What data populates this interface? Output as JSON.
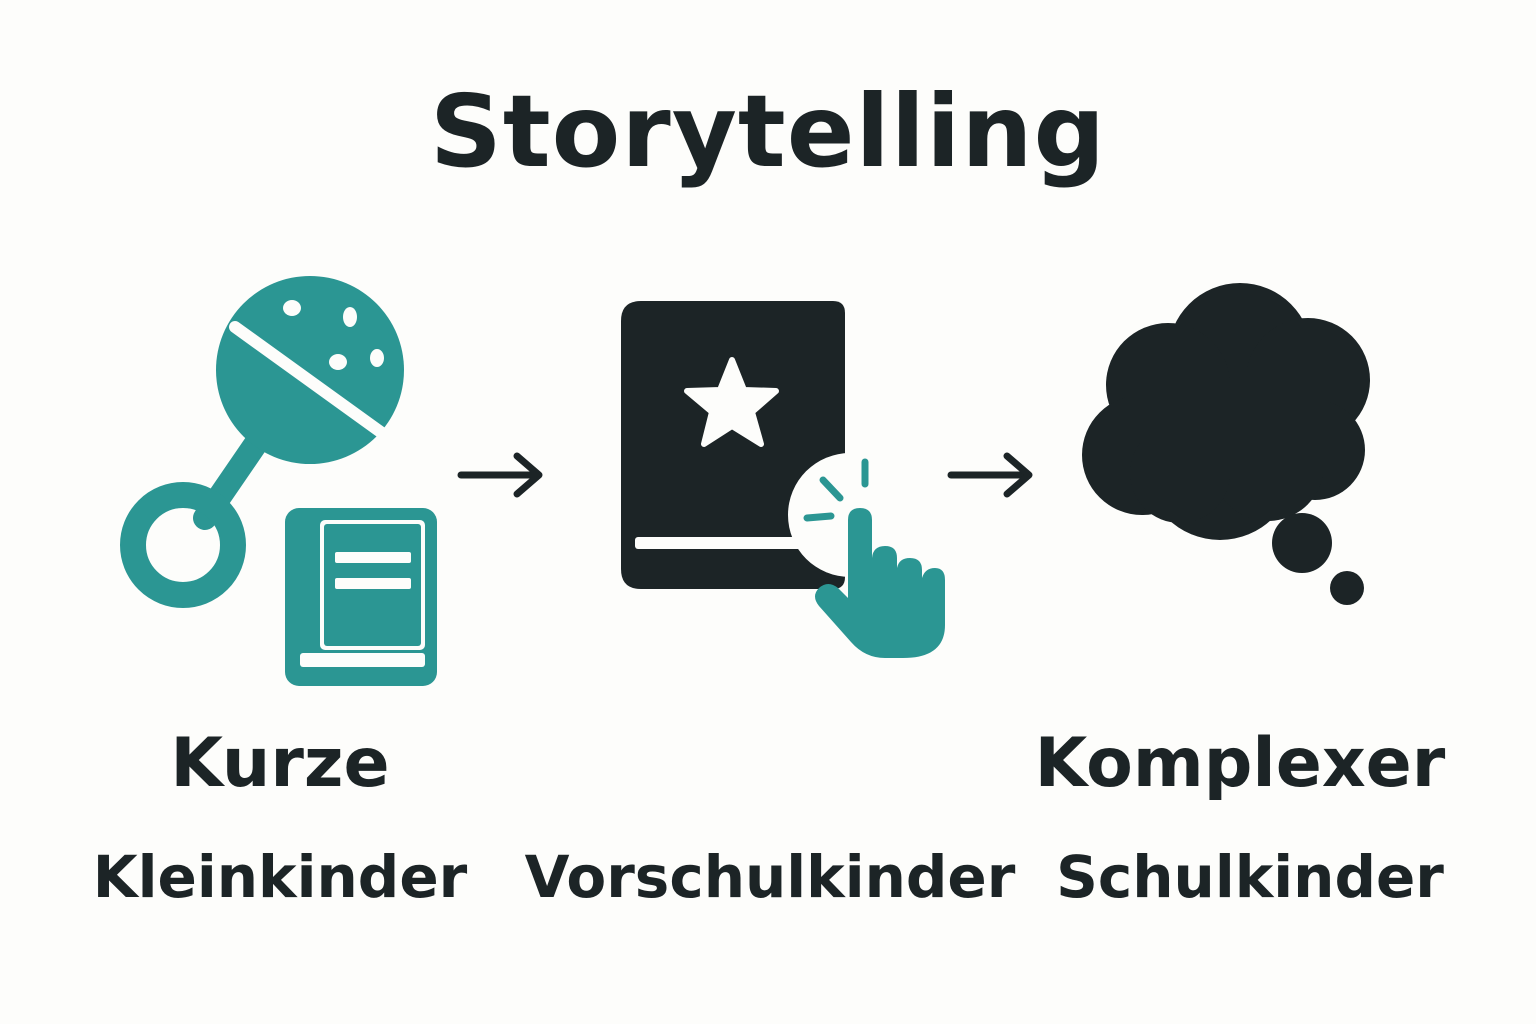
{
  "title": "Storytelling",
  "colors": {
    "accent": "#2b9693",
    "dark": "#1c2426",
    "background": "#fdfdfb"
  },
  "stages": [
    {
      "icons": [
        "rattle-icon",
        "book-icon"
      ],
      "heading": "Kurze",
      "age_group": "Kleinkinder"
    },
    {
      "icons": [
        "star-book-icon",
        "pointing-hand-icon"
      ],
      "heading": "",
      "age_group": "Vorschulkinder"
    },
    {
      "icons": [
        "thought-cloud-icon"
      ],
      "heading": "Komplexer",
      "age_group": "Schulkinder"
    }
  ],
  "connectors": [
    "arrow-right-icon",
    "arrow-right-icon"
  ]
}
